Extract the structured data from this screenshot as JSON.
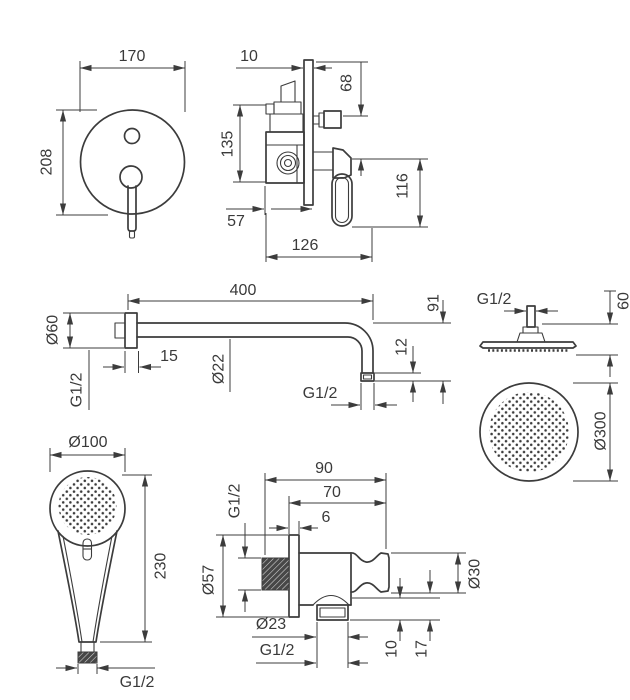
{
  "colors": {
    "line": "#3c3c3c",
    "background": "#ffffff"
  },
  "views": {
    "mixer_front": {
      "dims": [
        "170",
        "208"
      ]
    },
    "mixer_side": {
      "dims": [
        "10",
        "68",
        "135",
        "116",
        "57",
        "126"
      ]
    },
    "shower_arm": {
      "dims": [
        "400",
        "Ø60",
        "15",
        "Ø22",
        "G1/2",
        "91",
        "12",
        "G1/2"
      ]
    },
    "head_side": {
      "dims": [
        "G1/2",
        "60"
      ]
    },
    "head_front": {
      "dims": [
        "Ø300"
      ]
    },
    "hand_shower": {
      "dims": [
        "Ø100",
        "230",
        "G1/2"
      ]
    },
    "wall_elbow": {
      "dims": [
        "90",
        "70",
        "6",
        "G1/2",
        "Ø57",
        "Ø23",
        "G1/2",
        "Ø30",
        "10",
        "17"
      ]
    }
  }
}
